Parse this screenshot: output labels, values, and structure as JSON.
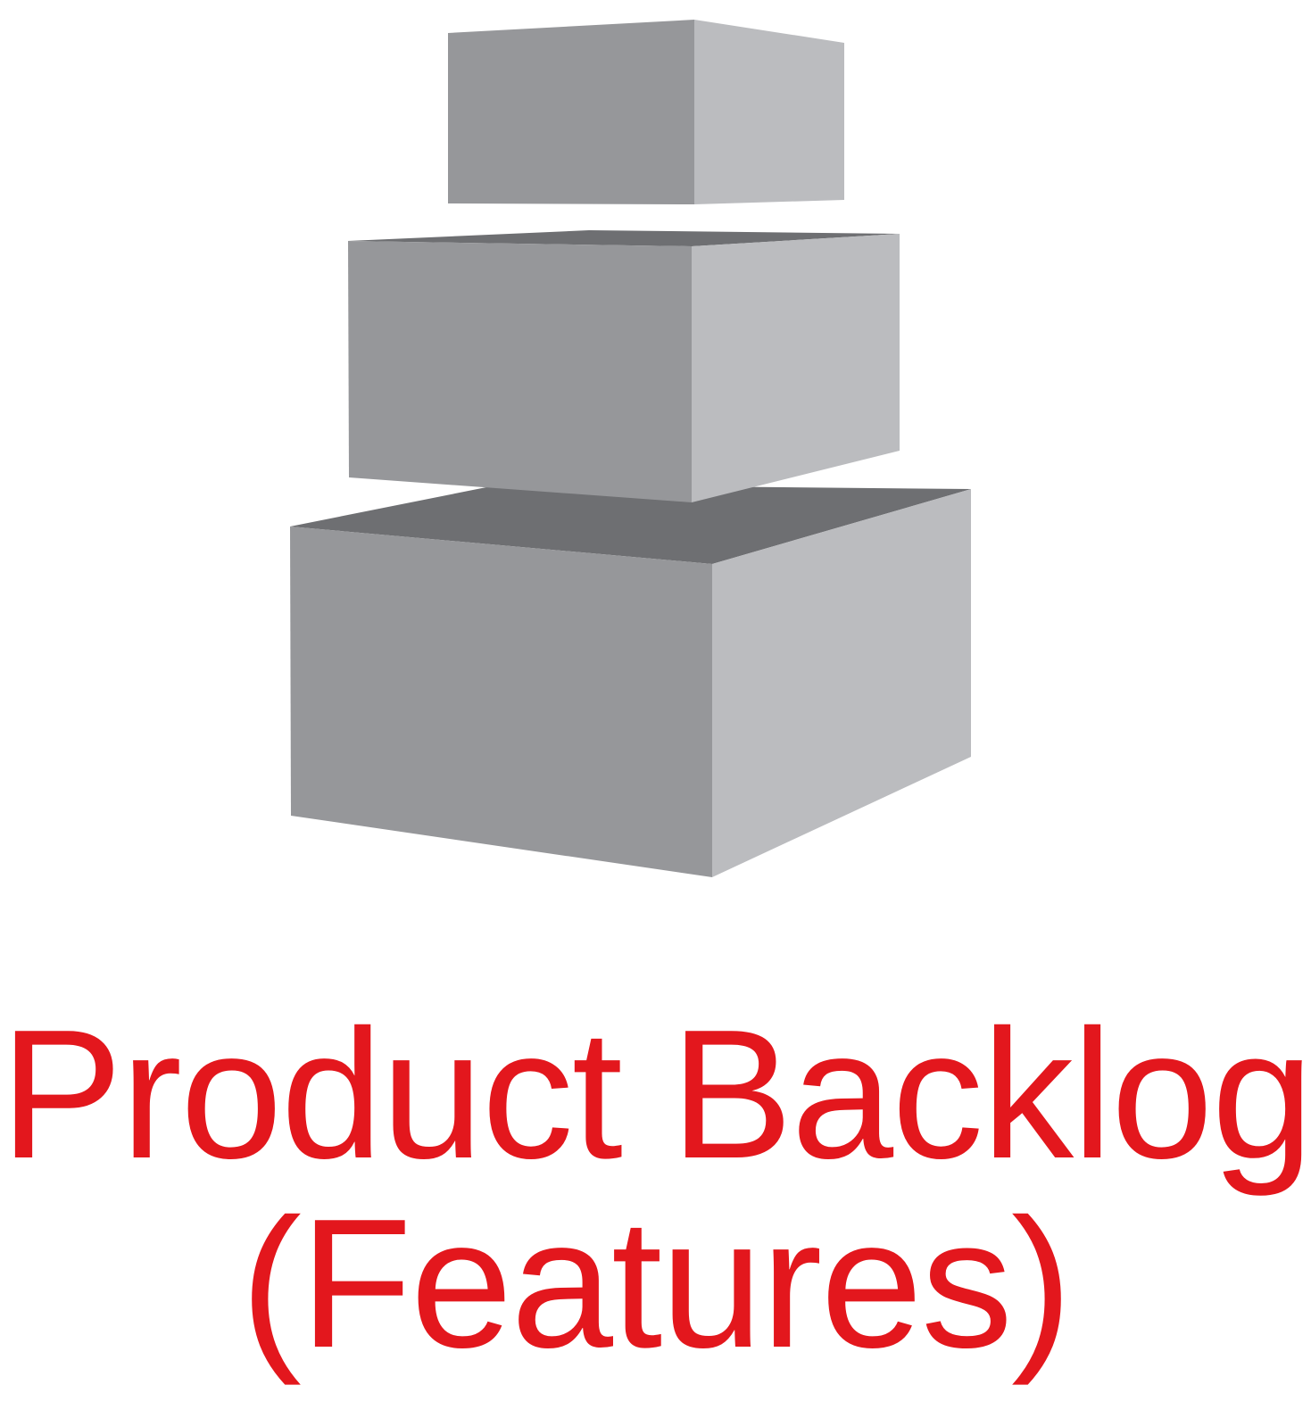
{
  "caption": {
    "line1": "Product Backlog",
    "line2": "(Features)"
  },
  "colors": {
    "text": "#e3171d",
    "box_front": "#96979a",
    "box_side": "#bbbcbf",
    "box_top": "#6e6f72",
    "background": "#ffffff"
  },
  "illustration": {
    "box_count": 3
  }
}
